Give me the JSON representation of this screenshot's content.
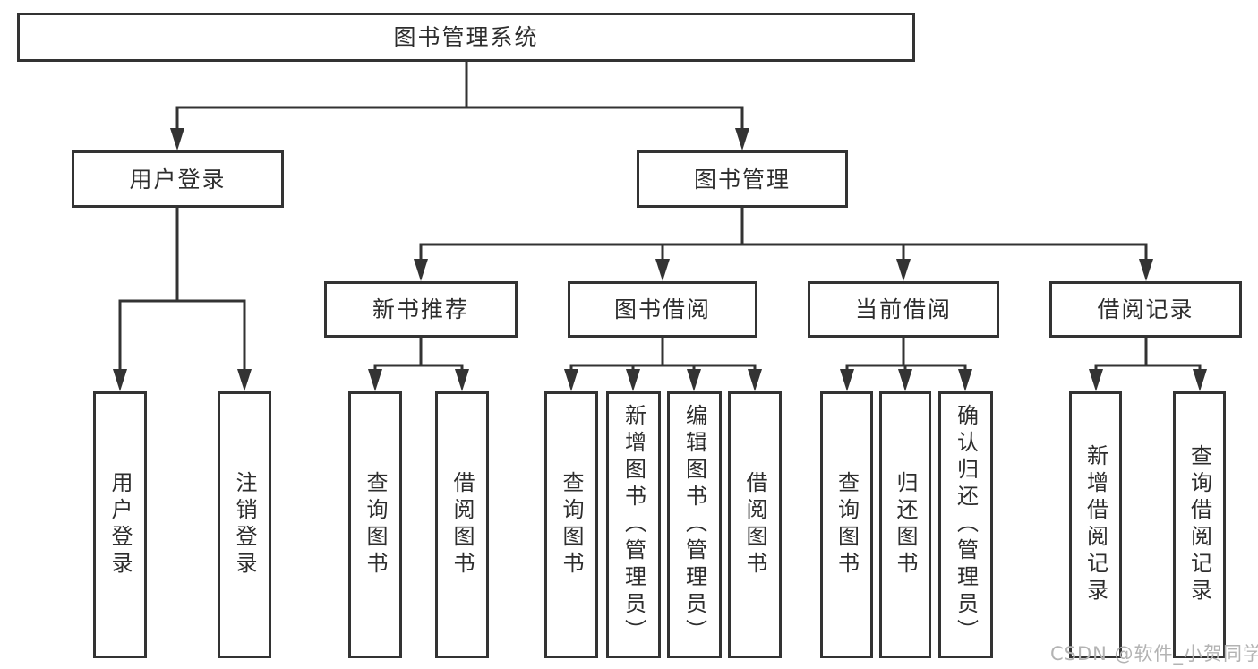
{
  "tree": {
    "label": "图书管理系统",
    "children": [
      {
        "label": "用户登录",
        "children": [
          {
            "label": "用户登录"
          },
          {
            "label": "注销登录"
          }
        ]
      },
      {
        "label": "图书管理",
        "children": [
          {
            "label": "新书推荐",
            "children": [
              {
                "label": "查询图书"
              },
              {
                "label": "借阅图书"
              }
            ]
          },
          {
            "label": "图书借阅",
            "children": [
              {
                "label": "查询图书"
              },
              {
                "label": "新增图书（管理员）"
              },
              {
                "label": "编辑图书（管理员）"
              },
              {
                "label": "借阅图书"
              }
            ]
          },
          {
            "label": "当前借阅",
            "children": [
              {
                "label": "查询图书"
              },
              {
                "label": "归还图书"
              },
              {
                "label": "确认归还（管理员）"
              }
            ]
          },
          {
            "label": "借阅记录",
            "children": [
              {
                "label": "新增借阅记录"
              },
              {
                "label": "查询借阅记录"
              }
            ]
          }
        ]
      }
    ]
  },
  "watermark": {
    "text": "CSDN @软件_小贺同学"
  },
  "colors": {
    "line": "#333333",
    "border": "#333333",
    "text": "#2d2d2d",
    "watermark": "#b3b3b3",
    "bg": "#ffffff"
  }
}
